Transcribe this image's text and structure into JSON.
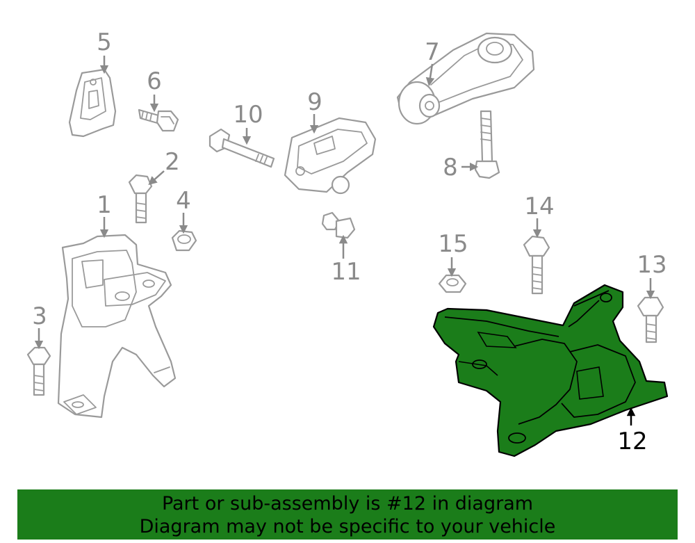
{
  "callouts": {
    "c1": "1",
    "c2": "2",
    "c3": "3",
    "c4": "4",
    "c5": "5",
    "c6": "6",
    "c7": "7",
    "c8": "8",
    "c9": "9",
    "c10": "10",
    "c11": "11",
    "c12": "12",
    "c13": "13",
    "c14": "14",
    "c15": "15"
  },
  "highlighted_part": "12",
  "colors": {
    "highlight": "#1b7d1a",
    "line": "#9a9a9a",
    "banner": "#1b7d1a"
  },
  "banner": {
    "line1": "Part or sub-assembly is #12 in diagram",
    "line2": "Diagram may not be specific to your vehicle"
  }
}
